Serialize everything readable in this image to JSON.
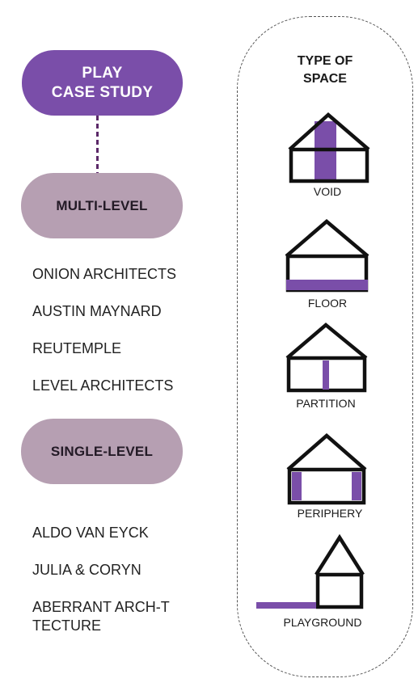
{
  "case_study": {
    "line1": "PLAY",
    "line2": "CASE STUDY"
  },
  "categories": [
    {
      "label": "MULTI-LEVEL",
      "items": [
        "ONION ARCHITECTS",
        "AUSTIN MAYNARD",
        "REUTEMPLE",
        "LEVEL ARCHITECTS"
      ]
    },
    {
      "label": "SINGLE-LEVEL",
      "items": [
        "ALDO VAN EYCK",
        "JULIA & CORYN",
        "ABERRANT ARCH-T",
        "TECTURE"
      ]
    }
  ],
  "space_panel": {
    "title_line1": "TYPE OF",
    "title_line2": "SPACE",
    "types": [
      {
        "label": "VOID",
        "icon": "house-void-icon"
      },
      {
        "label": "FLOOR",
        "icon": "house-floor-icon"
      },
      {
        "label": "PARTITION",
        "icon": "house-partition-icon"
      },
      {
        "label": "PERIPHERY",
        "icon": "house-periphery-icon"
      },
      {
        "label": "PLAYGROUND",
        "icon": "house-playground-icon"
      }
    ]
  },
  "colors": {
    "accent_purple": "#7a4ea9",
    "category_mauve": "#b69fb2",
    "connector": "#5b2868",
    "outline": "#111111"
  }
}
